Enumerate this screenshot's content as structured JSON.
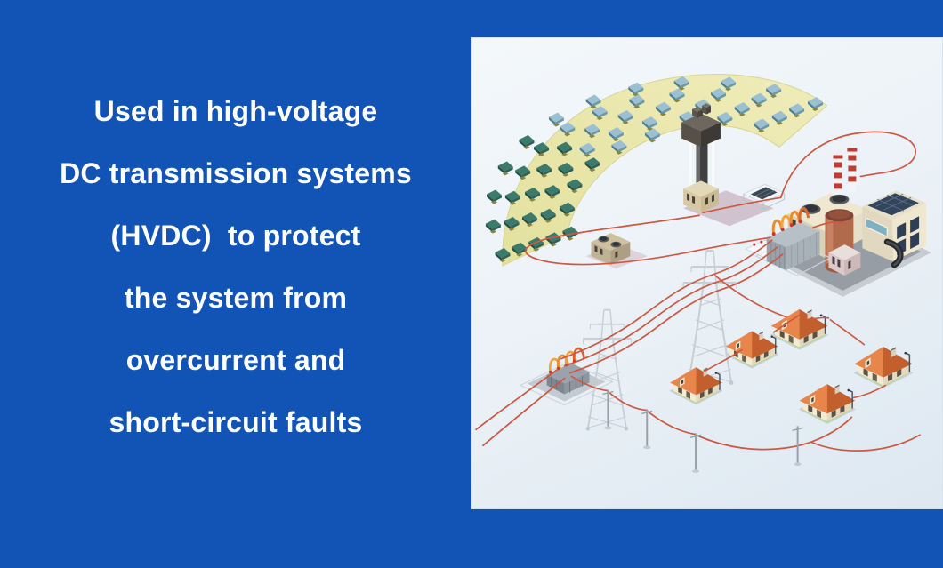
{
  "page": {
    "background_color": "#1254b6"
  },
  "caption": {
    "headline_lines": [
      "Used in high-voltage",
      "DC transmission systems",
      "(HVDC)  to protect",
      "the system from",
      "overcurrent and",
      "short-circuit faults"
    ],
    "text_color": "#ffffff"
  },
  "illustration": {
    "elements": [
      "solar-heliostat-field",
      "solar-power-tower",
      "converter-station-sketch",
      "service-building",
      "power-plant",
      "transformer",
      "transmission-tower",
      "substation",
      "utility-poles",
      "houses",
      "power-lines"
    ],
    "colors": {
      "power_line_red": "#cf5742",
      "solar_field_yellow": "#ece8b2",
      "heliostat_blue": "#9cc0d2",
      "heliostat_green": "#3c7a6c",
      "factory_wall_cream": "#efe7cf",
      "chimney_red": "#c23b30",
      "roof_orange": "#e2763c",
      "lawn_green": "#b2d765",
      "pylon_steel": "#c6ced6",
      "coil_orange": "#ee8b2f",
      "panel_background": "#ecf2f7"
    }
  }
}
